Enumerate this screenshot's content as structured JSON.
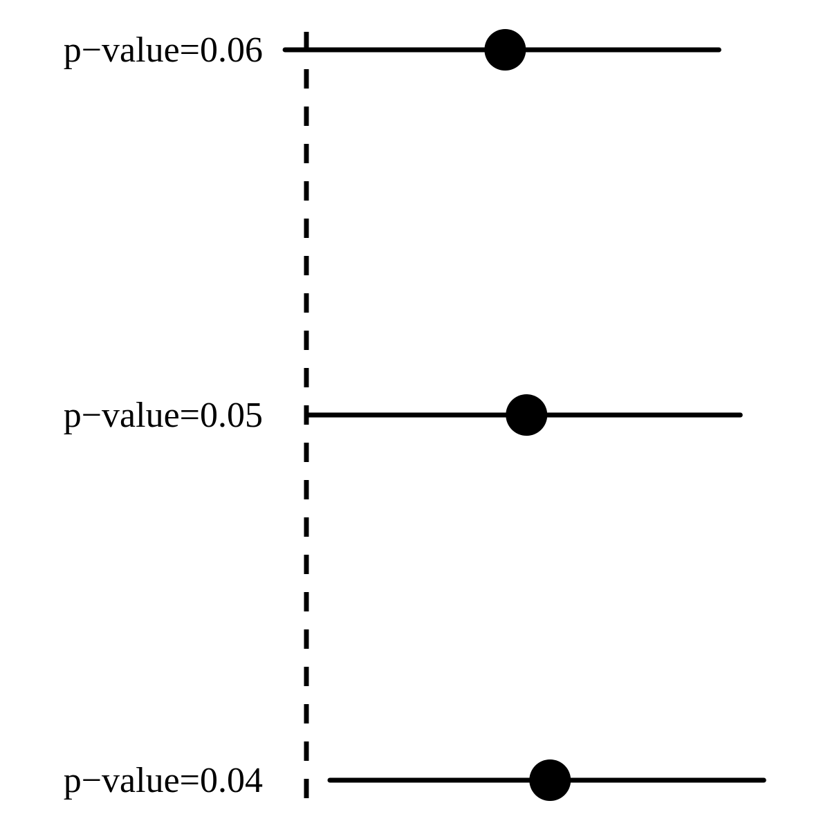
{
  "chart_data": {
    "type": "forest",
    "title": "",
    "xlabel": "",
    "ylabel": "",
    "reference_line": {
      "x": 0,
      "style": "dashed"
    },
    "xlim": [
      -0.1,
      2.0
    ],
    "rows": [
      {
        "label": "p−value=0.06",
        "estimate": 0.93,
        "lower": -0.1,
        "upper": 1.93
      },
      {
        "label": "p−value=0.05",
        "estimate": 1.03,
        "lower": 0.0,
        "upper": 2.03
      },
      {
        "label": "p−value=0.04",
        "estimate": 1.14,
        "lower": 0.11,
        "upper": 2.14
      }
    ],
    "colors": {
      "marks": "#000000",
      "background": "#ffffff"
    }
  }
}
